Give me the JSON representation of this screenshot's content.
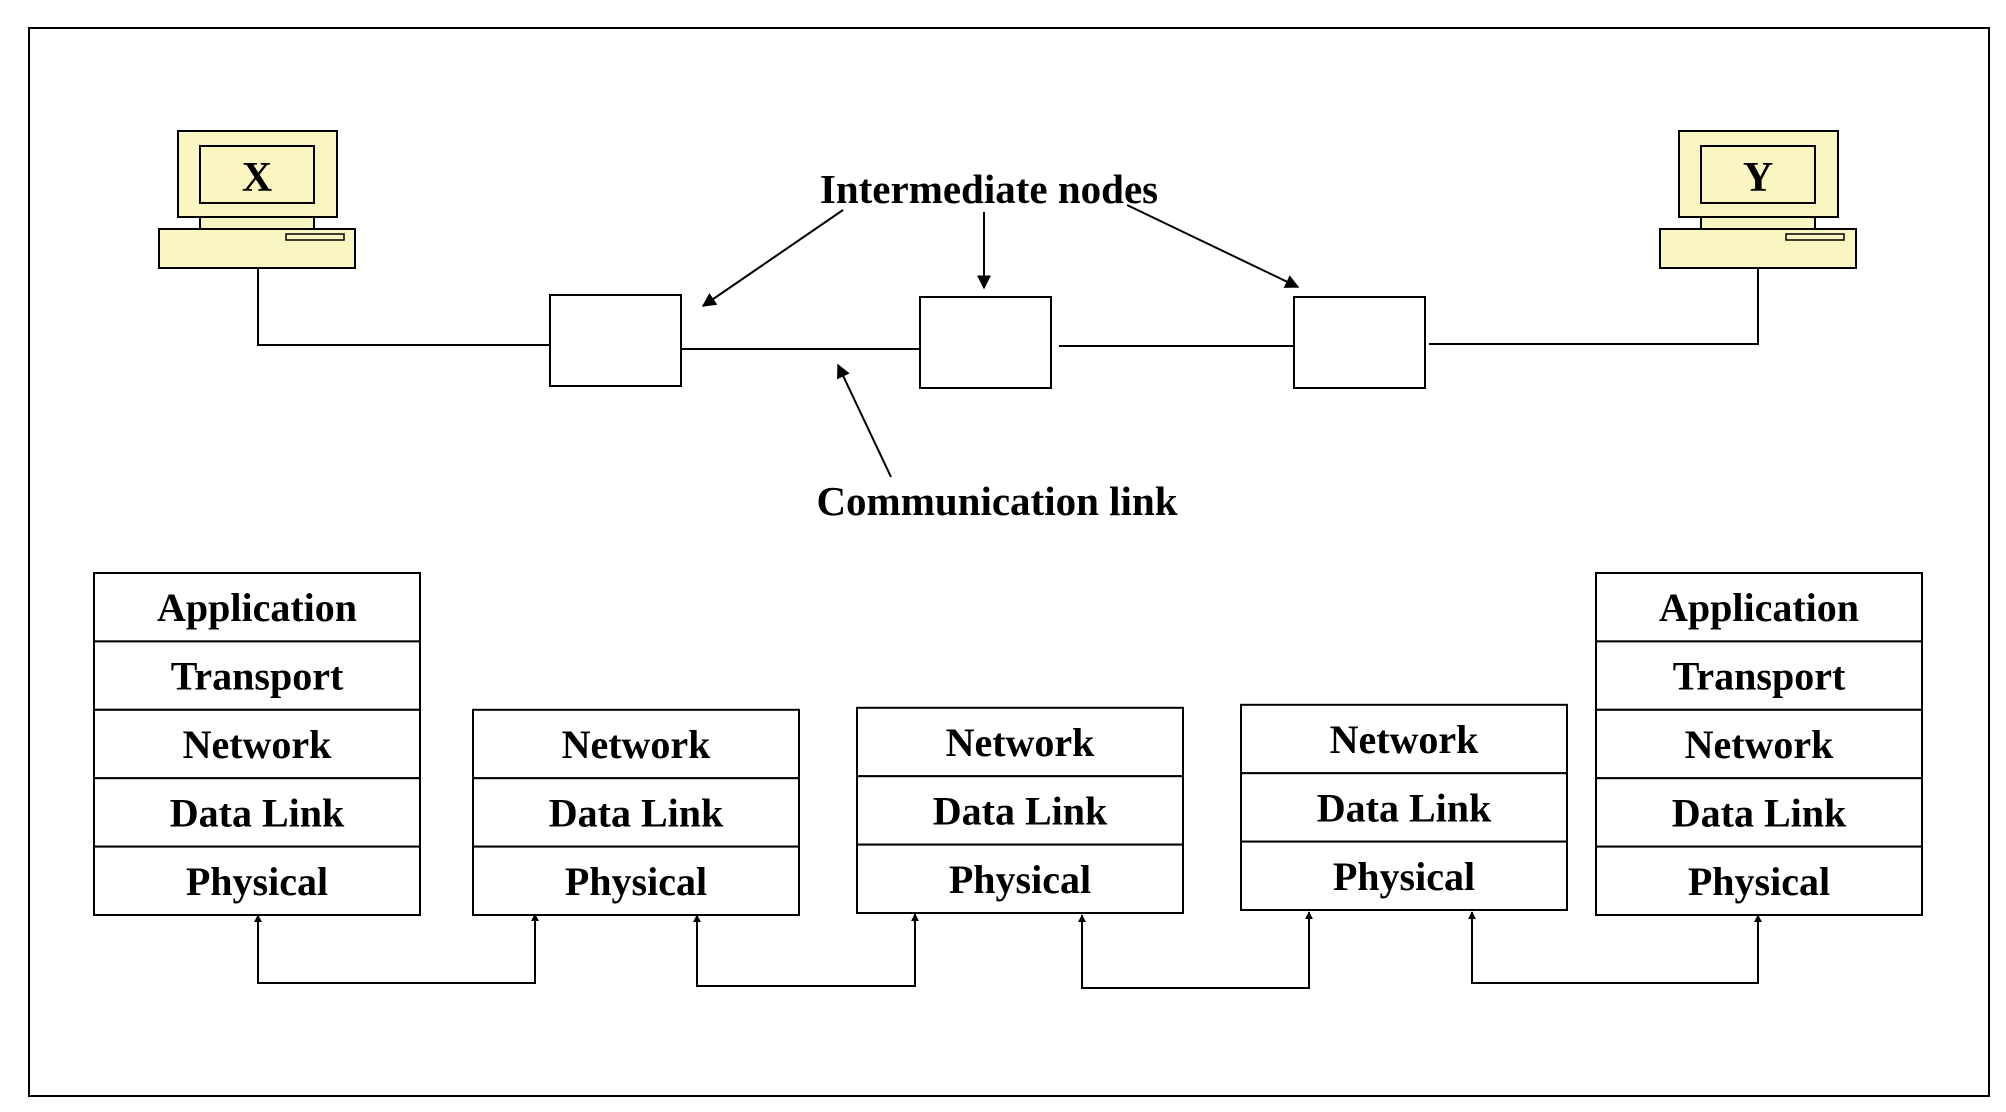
{
  "hosts": {
    "left_label": "X",
    "right_label": "Y",
    "monitor_fill": "#FAF6C2"
  },
  "annotations": {
    "intermediate_nodes": "Intermediate nodes",
    "communication_link": "Communication link"
  },
  "stacks": [
    {
      "layers": [
        "Application",
        "Transport",
        "Network",
        "Data Link",
        "Physical"
      ]
    },
    {
      "layers": [
        "Network",
        "Data Link",
        "Physical"
      ]
    },
    {
      "layers": [
        "Network",
        "Data Link",
        "Physical"
      ]
    },
    {
      "layers": [
        "Network",
        "Data Link",
        "Physical"
      ]
    },
    {
      "layers": [
        "Application",
        "Transport",
        "Network",
        "Data Link",
        "Physical"
      ]
    }
  ]
}
